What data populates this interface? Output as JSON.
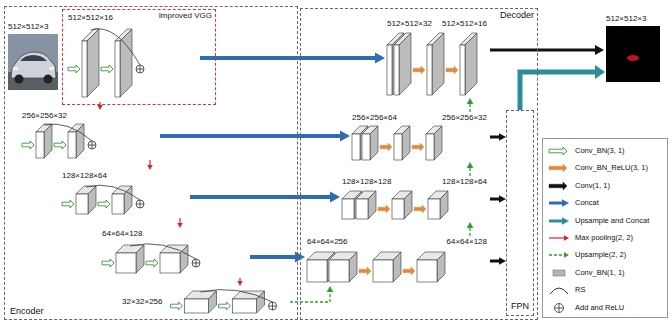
{
  "diagram": {
    "nodes": [
      {
        "text": [
          "Encoder"
        ]
      },
      {
        "text": [
          "Improved VGG"
        ],
        "in": 0
      },
      {
        "text": [
          "512×512×16"
        ],
        "in": 1
      },
      {
        "text": [
          "256×256×32"
        ],
        "in": 0
      },
      {
        "text": [
          "128×128×64"
        ],
        "in": 0
      },
      {
        "text": [
          "64×64×128"
        ],
        "in": 0
      },
      {
        "text": [
          "32×32×256"
        ],
        "in": 0
      },
      {
        "text": [
          "Decoder"
        ]
      },
      {
        "text": [
          "512×512×32",
          "512×512×16"
        ],
        "in": 7
      },
      {
        "text": [
          "256×256×64",
          "256×256×32"
        ],
        "in": 7
      },
      {
        "text": [
          "128×128×128",
          "128×128×64"
        ],
        "in": 7
      },
      {
        "text": [
          "64×64×256",
          "64×64×128"
        ],
        "in": 7
      },
      {
        "text": [
          "FPN"
        ],
        "in": 7
      }
    ],
    "edges": [
      {
        "from": 2,
        "to": 3,
        "arrow": "to"
      },
      {
        "from": 3,
        "to": 4,
        "arrow": "to"
      },
      {
        "from": 4,
        "to": 5,
        "arrow": "to"
      },
      {
        "from": 5,
        "to": 6,
        "arrow": "to"
      },
      {
        "from": 2,
        "to": 8,
        "arrow": "to"
      },
      {
        "from": 3,
        "to": 9,
        "arrow": "to"
      },
      {
        "from": 4,
        "to": 10,
        "arrow": "to"
      },
      {
        "from": 5,
        "to": 11,
        "arrow": "to"
      },
      {
        "from": 6,
        "to": 11,
        "arrow": "to"
      },
      {
        "from": 11,
        "to": 10,
        "arrow": "to"
      },
      {
        "from": 10,
        "to": 9,
        "arrow": "to"
      },
      {
        "from": 9,
        "to": 8,
        "arrow": "to"
      },
      {
        "from": 9,
        "to": 12,
        "arrow": "to"
      },
      {
        "from": 10,
        "to": 12,
        "arrow": "to"
      },
      {
        "from": 11,
        "to": 12,
        "arrow": "to"
      }
    ],
    "labels": [
      "512×512×3",
      "512×512×3"
    ],
    "legend": [
      {
        "text": "Conv_BN(3, 1)"
      },
      {
        "text": "Conv_BN_ReLU(3, 1)"
      },
      {
        "text": "Conv(1, 1)"
      },
      {
        "text": "Concat"
      },
      {
        "text": "Upsample and Concat"
      },
      {
        "text": "Max pooling(2, 2)"
      },
      {
        "text": "Upsample(2, 2)"
      },
      {
        "text": "Conv_BN(1, 1)"
      },
      {
        "text": "RS"
      },
      {
        "text": "Add and ReLU"
      }
    ]
  }
}
